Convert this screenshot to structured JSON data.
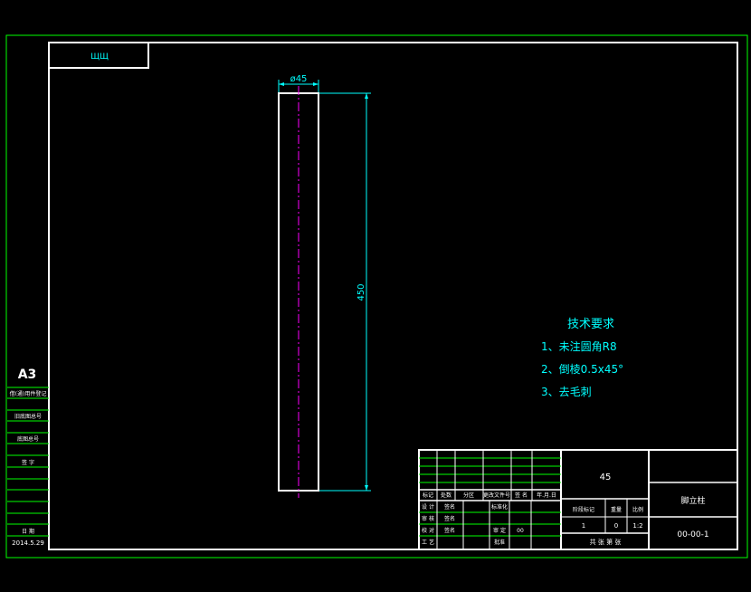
{
  "colors": {
    "background": "#000000",
    "outer_frame": "#00ff00",
    "border": "#ffffff",
    "annotation": "#00ffff",
    "centerline": "#ff00ff",
    "table_lines": "#00ff00"
  },
  "corner_mark": "ЩЩ",
  "dimensions": {
    "diameter": "ø45",
    "length": "450"
  },
  "tech_req": {
    "title": "技术要求",
    "items": [
      "1、未注圆角R8",
      "2、倒棱0.5x45°",
      "3、去毛刺"
    ]
  },
  "side_strip": {
    "sheet_size": "A3",
    "labels": [
      "借(通)用件登记",
      "旧底图总号",
      "底图总号",
      "签 字",
      "日 期"
    ],
    "date": "2014.5.29"
  },
  "title_block": {
    "material": "45",
    "part_name": "脚立柱",
    "drawing_no": "00-00-1",
    "revision_headers": [
      "标记",
      "处数",
      "分区",
      "更改文件号",
      "签 名",
      "年.月.日"
    ],
    "sign_rows": [
      [
        "设 计",
        "签名",
        "标准化",
        "",
        "",
        ""
      ],
      [
        "审 核",
        "签名",
        "",
        "",
        "",
        ""
      ],
      [
        "校 对",
        "签名",
        "",
        "审 定",
        "00",
        ""
      ],
      [
        "工 艺",
        "",
        "",
        "批准",
        "",
        ""
      ]
    ],
    "stage_headers": [
      "阶段标记",
      "重量",
      "比例"
    ],
    "stage_values": [
      "1",
      "0",
      "1:2"
    ],
    "sheet_info": "共 张 第 张"
  }
}
